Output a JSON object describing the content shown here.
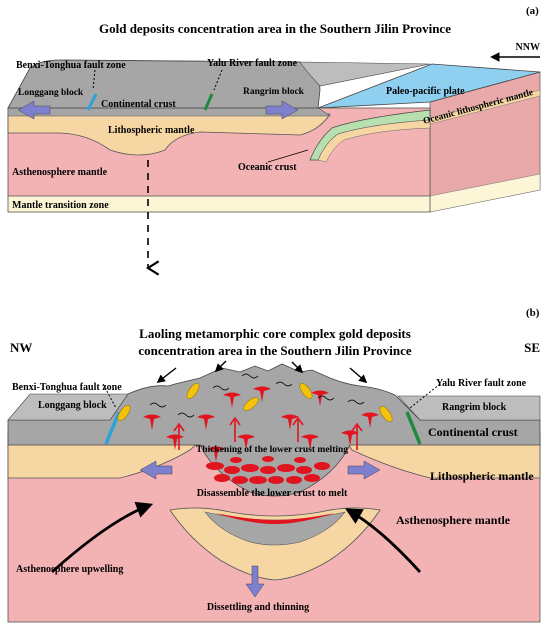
{
  "panel_a": {
    "tag": "(a)",
    "title": "Gold deposits concentration area in the Southern Jilin Province",
    "direction": "NNW",
    "labels": {
      "benxi_fault": "Benxi-Tonghua fault zone",
      "yalu_fault": "Yalu River fault zone",
      "longgang": "Longgang block",
      "rangrim": "Rangrim block",
      "continental_crust": "Continental crust",
      "paleo_pacific": "Paleo-pacific plate",
      "oceanic_mantle": "Oceanic lithospheric mantle",
      "lithospheric_mantle": "Lithospheric mantle",
      "oceanic_crust": "Oceanic crust",
      "asthenosphere": "Asthenosphere mantle",
      "transition": "Mantle transition zone"
    }
  },
  "panel_b": {
    "tag": "(b)",
    "title_line1": "Laoling metamorphic core complex gold deposits",
    "title_line2": "concentration area  in the Southern Jilin Province",
    "nw": "NW",
    "se": "SE",
    "labels": {
      "benxi_fault": "Benxi-Tonghua fault zone",
      "yalu_fault": "Yalu River fault zone",
      "longgang": "Longgang block",
      "rangrim": "Rangrim block",
      "continental_crust": "Continental crust",
      "thickening": "Thickening of the lower crust melting",
      "lithospheric_mantle": "Lithospheric mantle",
      "disassemble": "Disassemble the lower crust to melt",
      "asthenosphere": "Asthenosphere mantle",
      "upwelling": "Asthenosphere upwelling",
      "dissettling": "Dissettling  and  thinning"
    }
  },
  "colors": {
    "crust_gray": "#a6a6a6",
    "crust_top": "#c4c4c4",
    "lith_mantle": "#f6d6a2",
    "asthenosphere": "#f3b3b5",
    "transition": "#fcf6d6",
    "ocean_plate": "#8fd0f0",
    "oceanic_crust": "#b8dfb0",
    "arrow_purple": "#7f7fd0",
    "melt_red": "#e0151f",
    "gold": "#f4c20d",
    "fault_blue": "#2ea3d8",
    "fault_green": "#1f8a3c"
  }
}
